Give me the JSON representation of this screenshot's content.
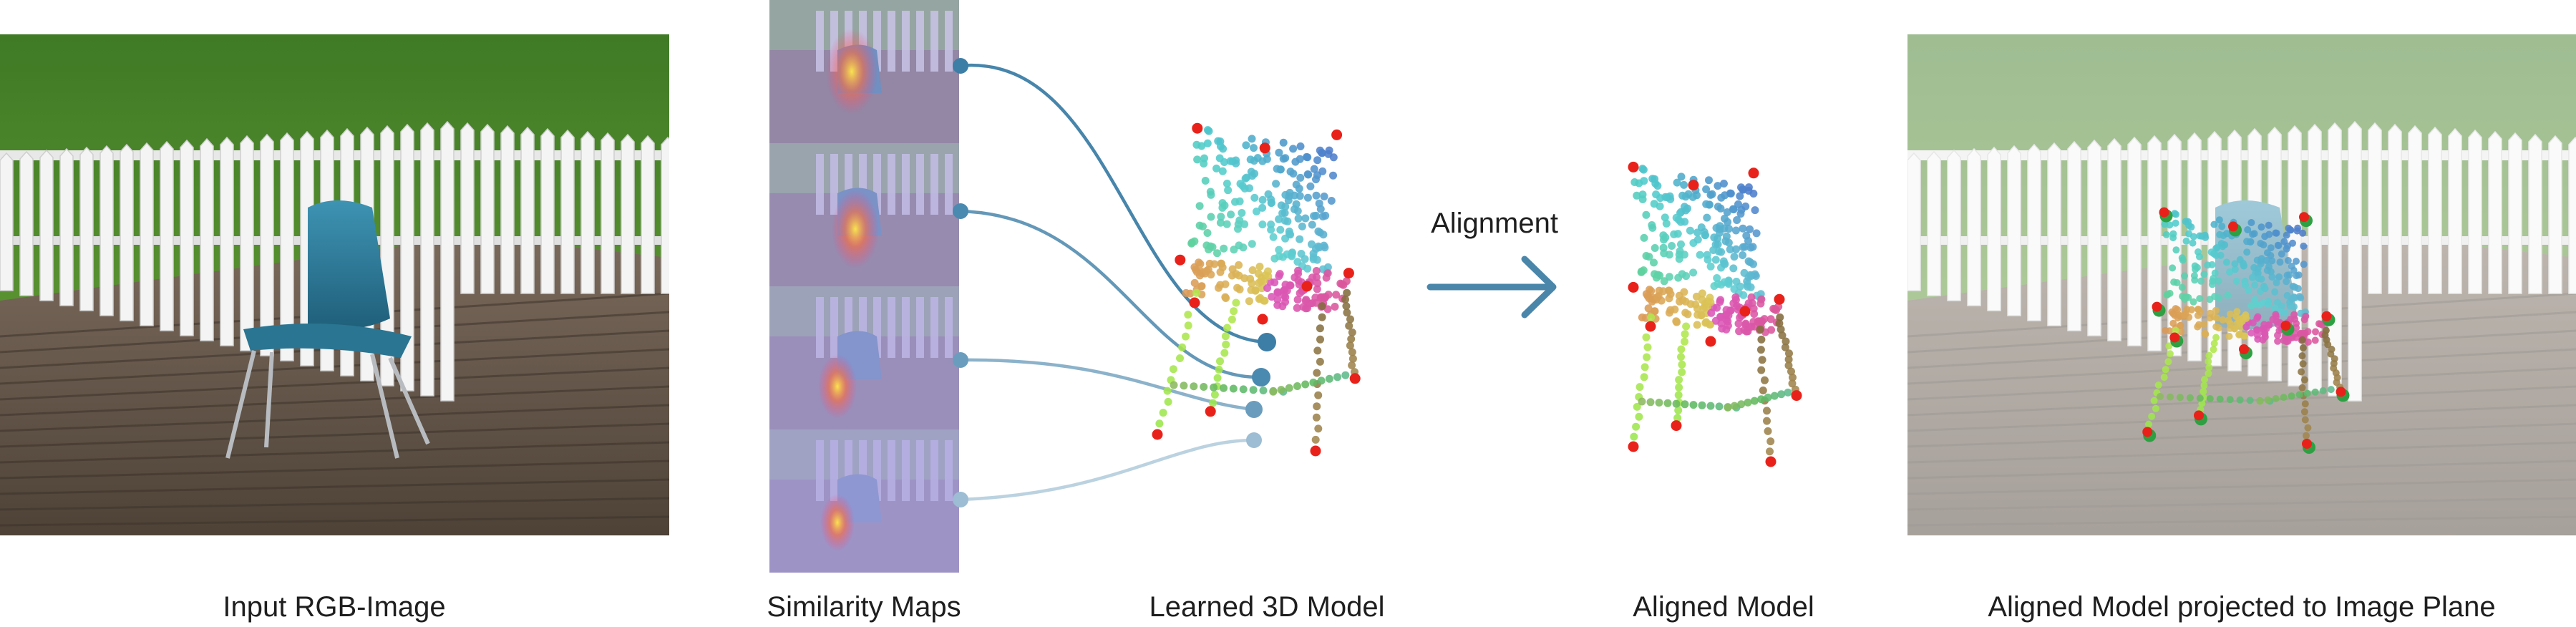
{
  "captions": {
    "input": "Input RGB-Image",
    "similarity": "Similarity Maps",
    "learned": "Learned 3D Model",
    "aligned": "Aligned Model",
    "projected": "Aligned Model projected to Image Plane"
  },
  "alignment_label": "Alignment",
  "colors": {
    "sky_grass": "#4f8a2e",
    "fence": "#f2f2f2",
    "deck": "#6b5e52",
    "chair": "#2f7c9a",
    "overlay": "#a89ee0",
    "connector": "#3d7ea6",
    "arrow": "#4a86aa",
    "keypoint_red": "#e8221a",
    "keypoint_green": "#2ea043"
  },
  "similarity_map_count": 4
}
